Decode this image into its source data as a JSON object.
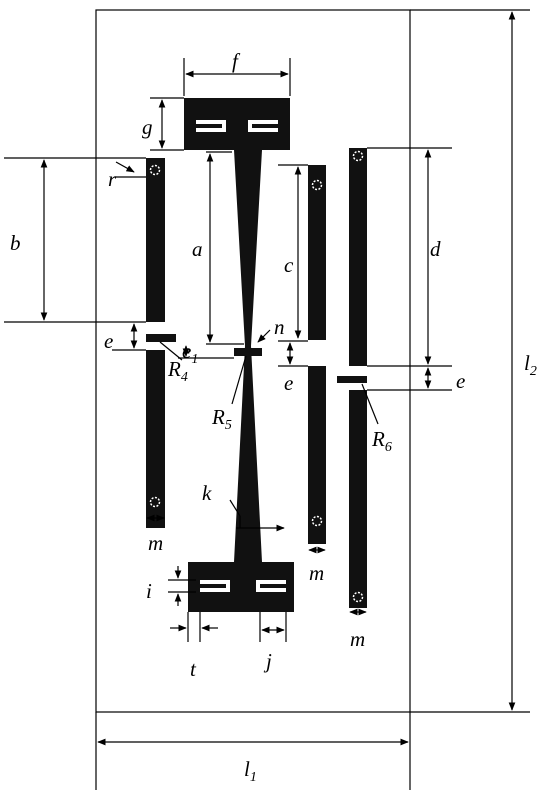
{
  "labels": {
    "f": "f",
    "g": "g",
    "r": "r",
    "b": "b",
    "a": "a",
    "c": "c",
    "d": "d",
    "n": "n",
    "e_left": "e",
    "e_center": "e",
    "e_right": "e",
    "e1": {
      "main": "e",
      "sub": "1"
    },
    "R4": {
      "main": "R",
      "sub": "4"
    },
    "R5": {
      "main": "R",
      "sub": "5"
    },
    "R6": {
      "main": "R",
      "sub": "6"
    },
    "k": "k",
    "m_left": "m",
    "m_center": "m",
    "m_right": "m",
    "i": "i",
    "t": "t",
    "j": "j",
    "l1": {
      "main": "l",
      "sub": "1"
    },
    "l2": {
      "main": "l",
      "sub": "2"
    }
  },
  "colors": {
    "metal": "#111111",
    "line": "#000000",
    "background": "#ffffff"
  }
}
